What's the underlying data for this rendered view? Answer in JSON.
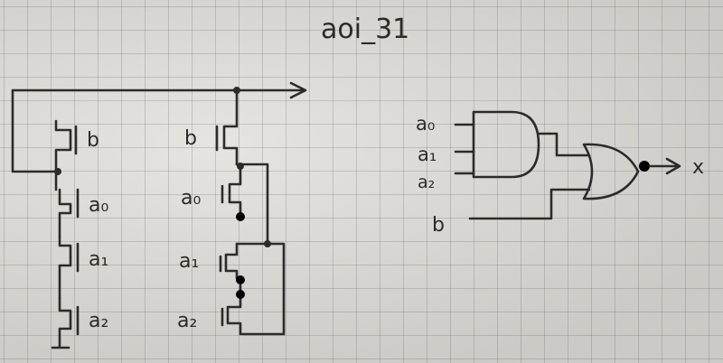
{
  "diagram": {
    "title": "aoi_31",
    "pulldown": {
      "labels": [
        "b",
        "a₀",
        "a₁",
        "a₂"
      ]
    },
    "pullup": {
      "labels": [
        "b",
        "a₀",
        "a₁",
        "a₂"
      ]
    },
    "logic": {
      "inputs": [
        "a₀",
        "a₁",
        "a₂",
        "b"
      ],
      "output": "x"
    }
  },
  "colors": {
    "ink": "#2d2a2b",
    "paper": "#d8d6d1"
  }
}
